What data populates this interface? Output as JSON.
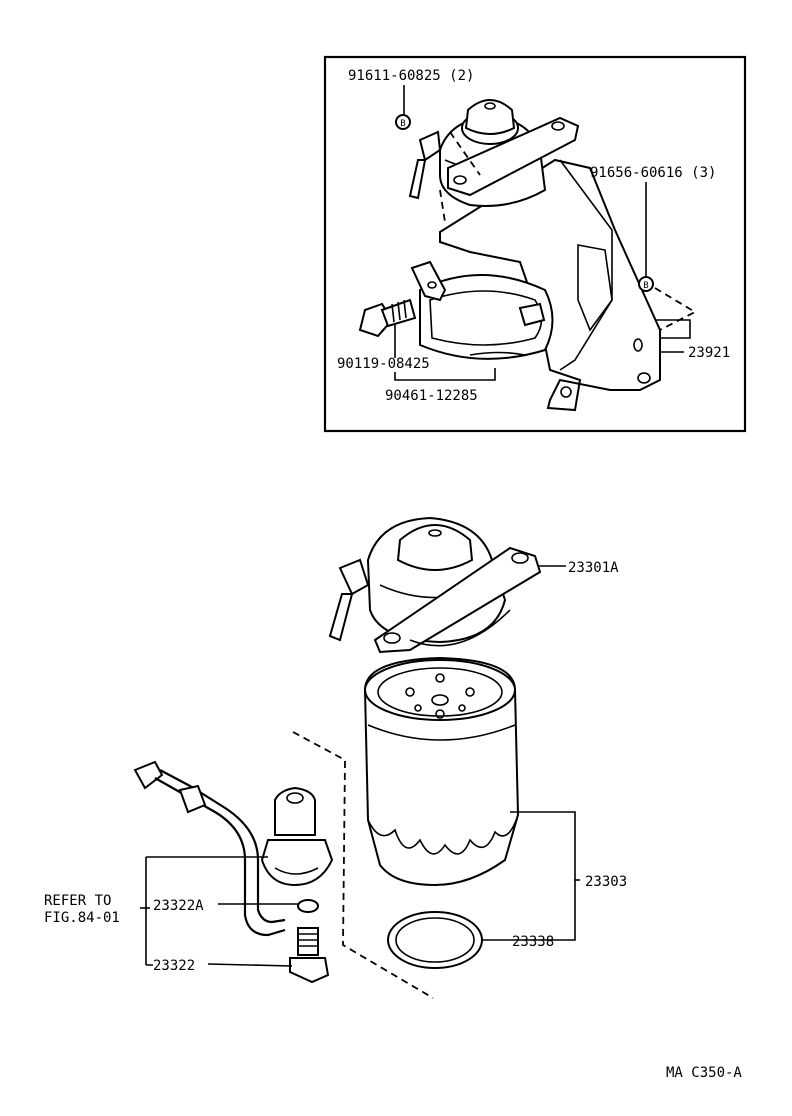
{
  "labels": {
    "p91611": "91611-60825 (2)",
    "p91656": "91656-60616 (3)",
    "p23921": "23921",
    "p90119": "90119-08425",
    "p90461": "90461-12285",
    "p23301A": "23301A",
    "p23303": "23303",
    "p23338": "23338",
    "p23322A": "23322A",
    "p23322": "23322",
    "refer_line1": "REFER TO",
    "refer_line2": "FIG.84-01",
    "bolt_marker_a": "B",
    "bolt_marker_b": "B",
    "figure_code": "MA C350-A"
  }
}
